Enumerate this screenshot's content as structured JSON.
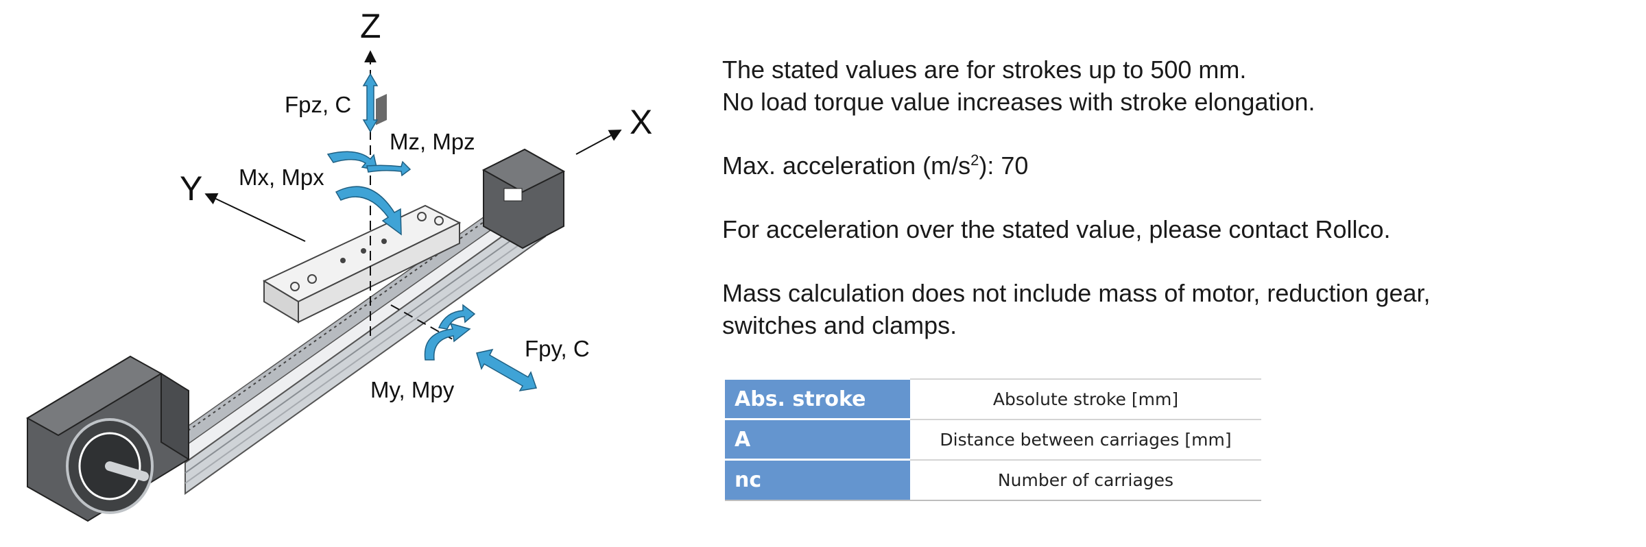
{
  "diagram": {
    "axes": {
      "z": "Z",
      "x": "X",
      "y": "Y"
    },
    "loads": {
      "fpz": "Fpz, C",
      "mz": "Mz, Mpz",
      "mx": "Mx, Mpx",
      "fpy": "Fpy, C",
      "my": "My, Mpy"
    },
    "colors": {
      "arrow": "#3fa3d6",
      "motor": "#55575a",
      "rail": "#d9dcdf",
      "carriage": "#ebebeb"
    }
  },
  "notes": {
    "stroke_line1": "The stated values are for strokes up to 500 mm.",
    "stroke_line2": "No load torque value increases with stroke elongation.",
    "accel_prefix": "Max. acceleration (m/s",
    "accel_exponent": "2",
    "accel_suffix": "): 70",
    "contact": "For acceleration over the stated value, please contact Rollco.",
    "mass_line1": "Mass calculation does not include mass of motor, reduction gear,",
    "mass_line2": "switches and clamps."
  },
  "legend": {
    "header_color": "#6495cf",
    "rows": [
      {
        "symbol": "Abs. stroke",
        "description": "Absolute stroke [mm]"
      },
      {
        "symbol": "A",
        "description": "Distance between carriages [mm]"
      },
      {
        "symbol": "nc",
        "description": "Number of carriages"
      }
    ]
  }
}
